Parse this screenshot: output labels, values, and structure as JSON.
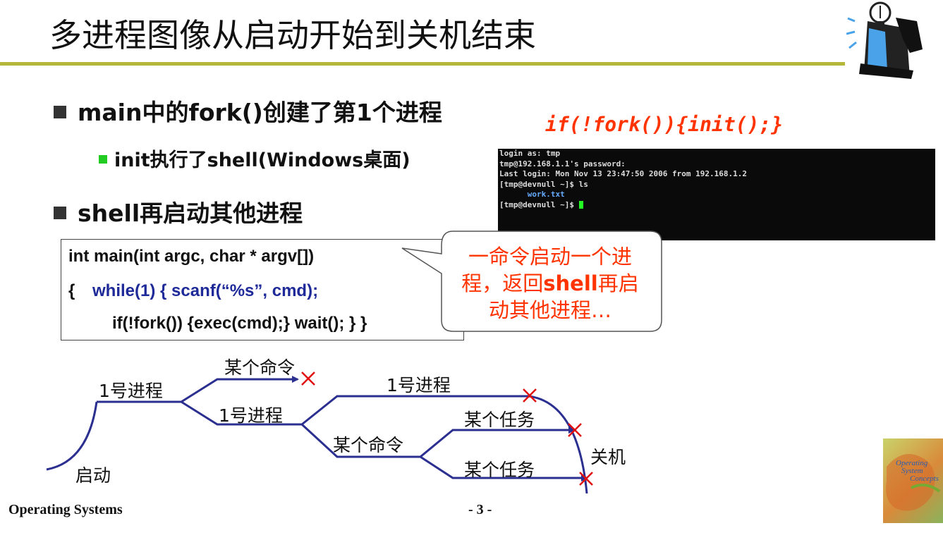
{
  "title": "多进程图像从启动开始到关机结束",
  "bullets": {
    "b1": "main中的fork()创建了第1个进程",
    "b1_sub": "init执行了shell(Windows桌面)",
    "b2": "shell再启动其他进程"
  },
  "code_snippet": "if(!fork()){init();}",
  "terminal": {
    "lines": [
      "login as: tmp",
      "tmp@192.168.1.1's password:",
      "Last login: Mon Nov 13 23:47:50 2006 from 192.168.1.2",
      "[tmp@devnull ~]$ ls",
      "      work.txt",
      "[tmp@devnull ~]$ "
    ]
  },
  "code": {
    "line1": "int main(int argc, char * argv[])",
    "line2_brace": "{",
    "line2": "while(1)  { scanf(“%s”, cmd);",
    "line3": "if(!fork()) {exec(cmd);} wait(); }  }"
  },
  "callout": {
    "l1": "一命令启动一个进",
    "l2a": "程，返回",
    "l2b": "shell",
    "l2c": "再启",
    "l3": "动其他进程…"
  },
  "diagram": {
    "start": "启动",
    "proc1_a": "1号进程",
    "cmd_a": "某个命令",
    "proc1_b": "1号进程",
    "proc1_c": "1号进程",
    "cmd_b": "某个命令",
    "task_a": "某个任务",
    "task_b": "某个任务",
    "shutdown": "关机"
  },
  "footer": {
    "left": "Operating Systems",
    "center": "- 3 -"
  },
  "book_cover": {
    "line1": "Operating",
    "line2": "System",
    "line3": "Concepts"
  },
  "colors": {
    "accent_rule": "#b5b73a",
    "code_blue": "#1f2a99",
    "callout_red": "#ff3300",
    "diagram_line": "#2b2f8f",
    "cross": "#e01010"
  }
}
